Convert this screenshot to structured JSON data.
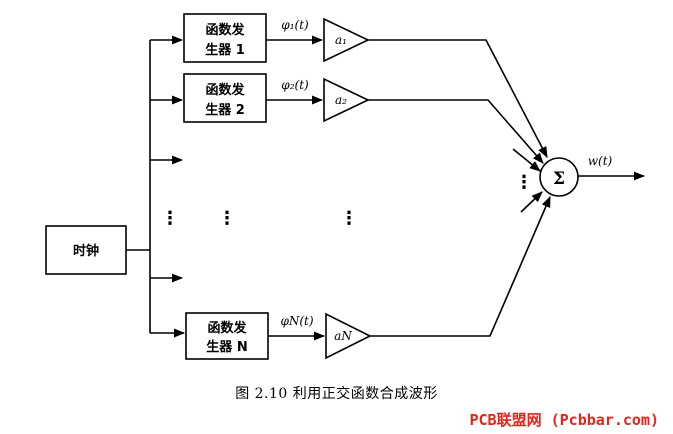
{
  "clock": {
    "label": "时钟"
  },
  "generators": [
    {
      "line1": "函数发",
      "line2": "生器 1",
      "signal": "φ₁(t)",
      "gain": "a₁"
    },
    {
      "line1": "函数发",
      "line2": "生器 2",
      "signal": "φ₂(t)",
      "gain": "a₂"
    },
    {
      "line1": "函数发",
      "line2": "生器 N",
      "signal": "φN(t)",
      "gain": "aN"
    }
  ],
  "summer": {
    "symbol": "Σ"
  },
  "output": {
    "label": "w(t)"
  },
  "ellipsis": "⋮",
  "caption": "图 2.10   利用正交函数合成波形",
  "watermark": "PCB联盟网 (Pcbbar.com)"
}
